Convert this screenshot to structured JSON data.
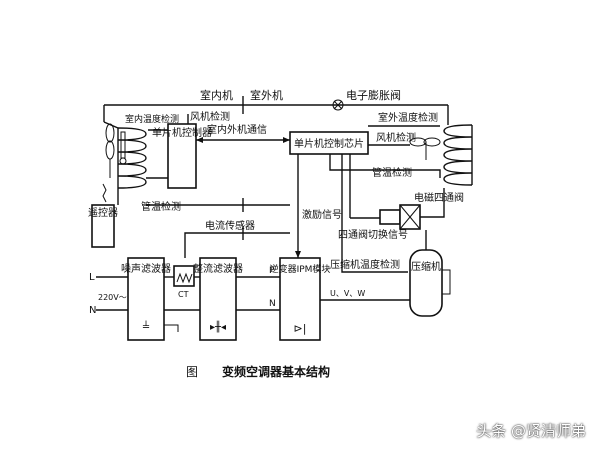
{
  "diagram": {
    "labels": {
      "indoor_unit": "室内机",
      "outdoor_unit": "室外机",
      "expansion_valve": "电子膨胀阀",
      "indoor_temp_detect": "室内温度检测",
      "fan_detect_indoor": "风机检测",
      "outdoor_temp_detect": "室外温度检测",
      "indoor_outdoor_comm": "室内外机通信",
      "fan_detect_outdoor": "风机检测",
      "single_chip_controller": "单片机控制器",
      "mcu_chip": "单片机控制芯片",
      "pipe_temp_detect_outdoor": "管温检测",
      "pipe_temp_detect_indoor": "管温检测",
      "solenoid_4way_valve": "电磁四通阀",
      "remote_controller": "遥控器",
      "current_sensor": "电流传感器",
      "excitation_signal": "激励信号",
      "valve_switch_signal": "四通阀切换信号",
      "compressor_temp_detect": "压缩机温度检测",
      "noise_filter": "噪声滤波器",
      "rectifier_filter": "整流滤波器",
      "inverter_ipm": "逆变器IPM模块",
      "compressor": "压缩机",
      "input_voltage": "220V～",
      "line_l": "L",
      "line_n": "N",
      "ct": "CT",
      "bus_p": "P",
      "bus_n": "N",
      "uvw": "U、V、W"
    },
    "caption_prefix": "图",
    "caption": "变频空调器基本结构"
  },
  "watermark": "头条 @贤清师弟"
}
